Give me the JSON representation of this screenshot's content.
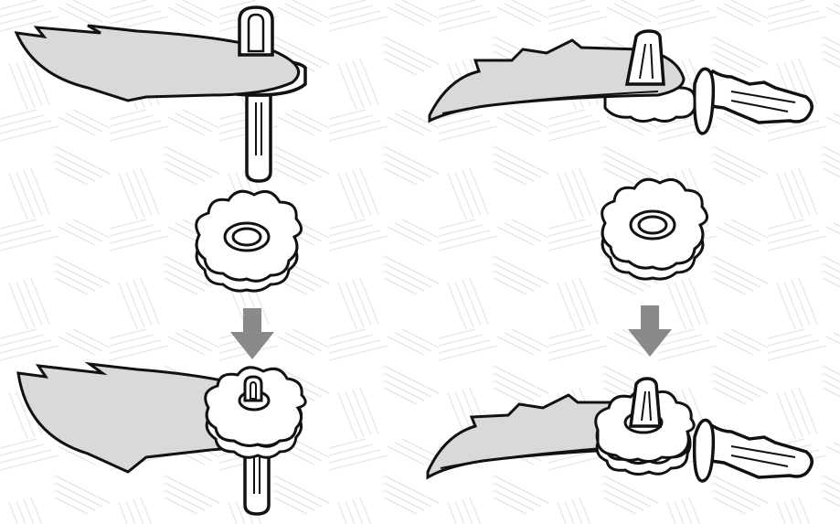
{
  "colors": {
    "background": "#ffffff",
    "pattern_stroke": "#e6e6e6",
    "outline": "#111111",
    "part_fill": "#ffffff",
    "panel_fill": "#d9d9d9",
    "arrow_fill": "#8a8a8a"
  },
  "figures": [
    {
      "name": "flat-panel-with-clip",
      "stage": "before"
    },
    {
      "name": "curved-panel-with-clip",
      "stage": "before"
    },
    {
      "name": "flat-panel-with-clip",
      "stage": "after"
    },
    {
      "name": "curved-panel-with-clip",
      "stage": "after"
    }
  ],
  "icons": [
    "down-arrow-icon",
    "flower-washer-icon"
  ]
}
